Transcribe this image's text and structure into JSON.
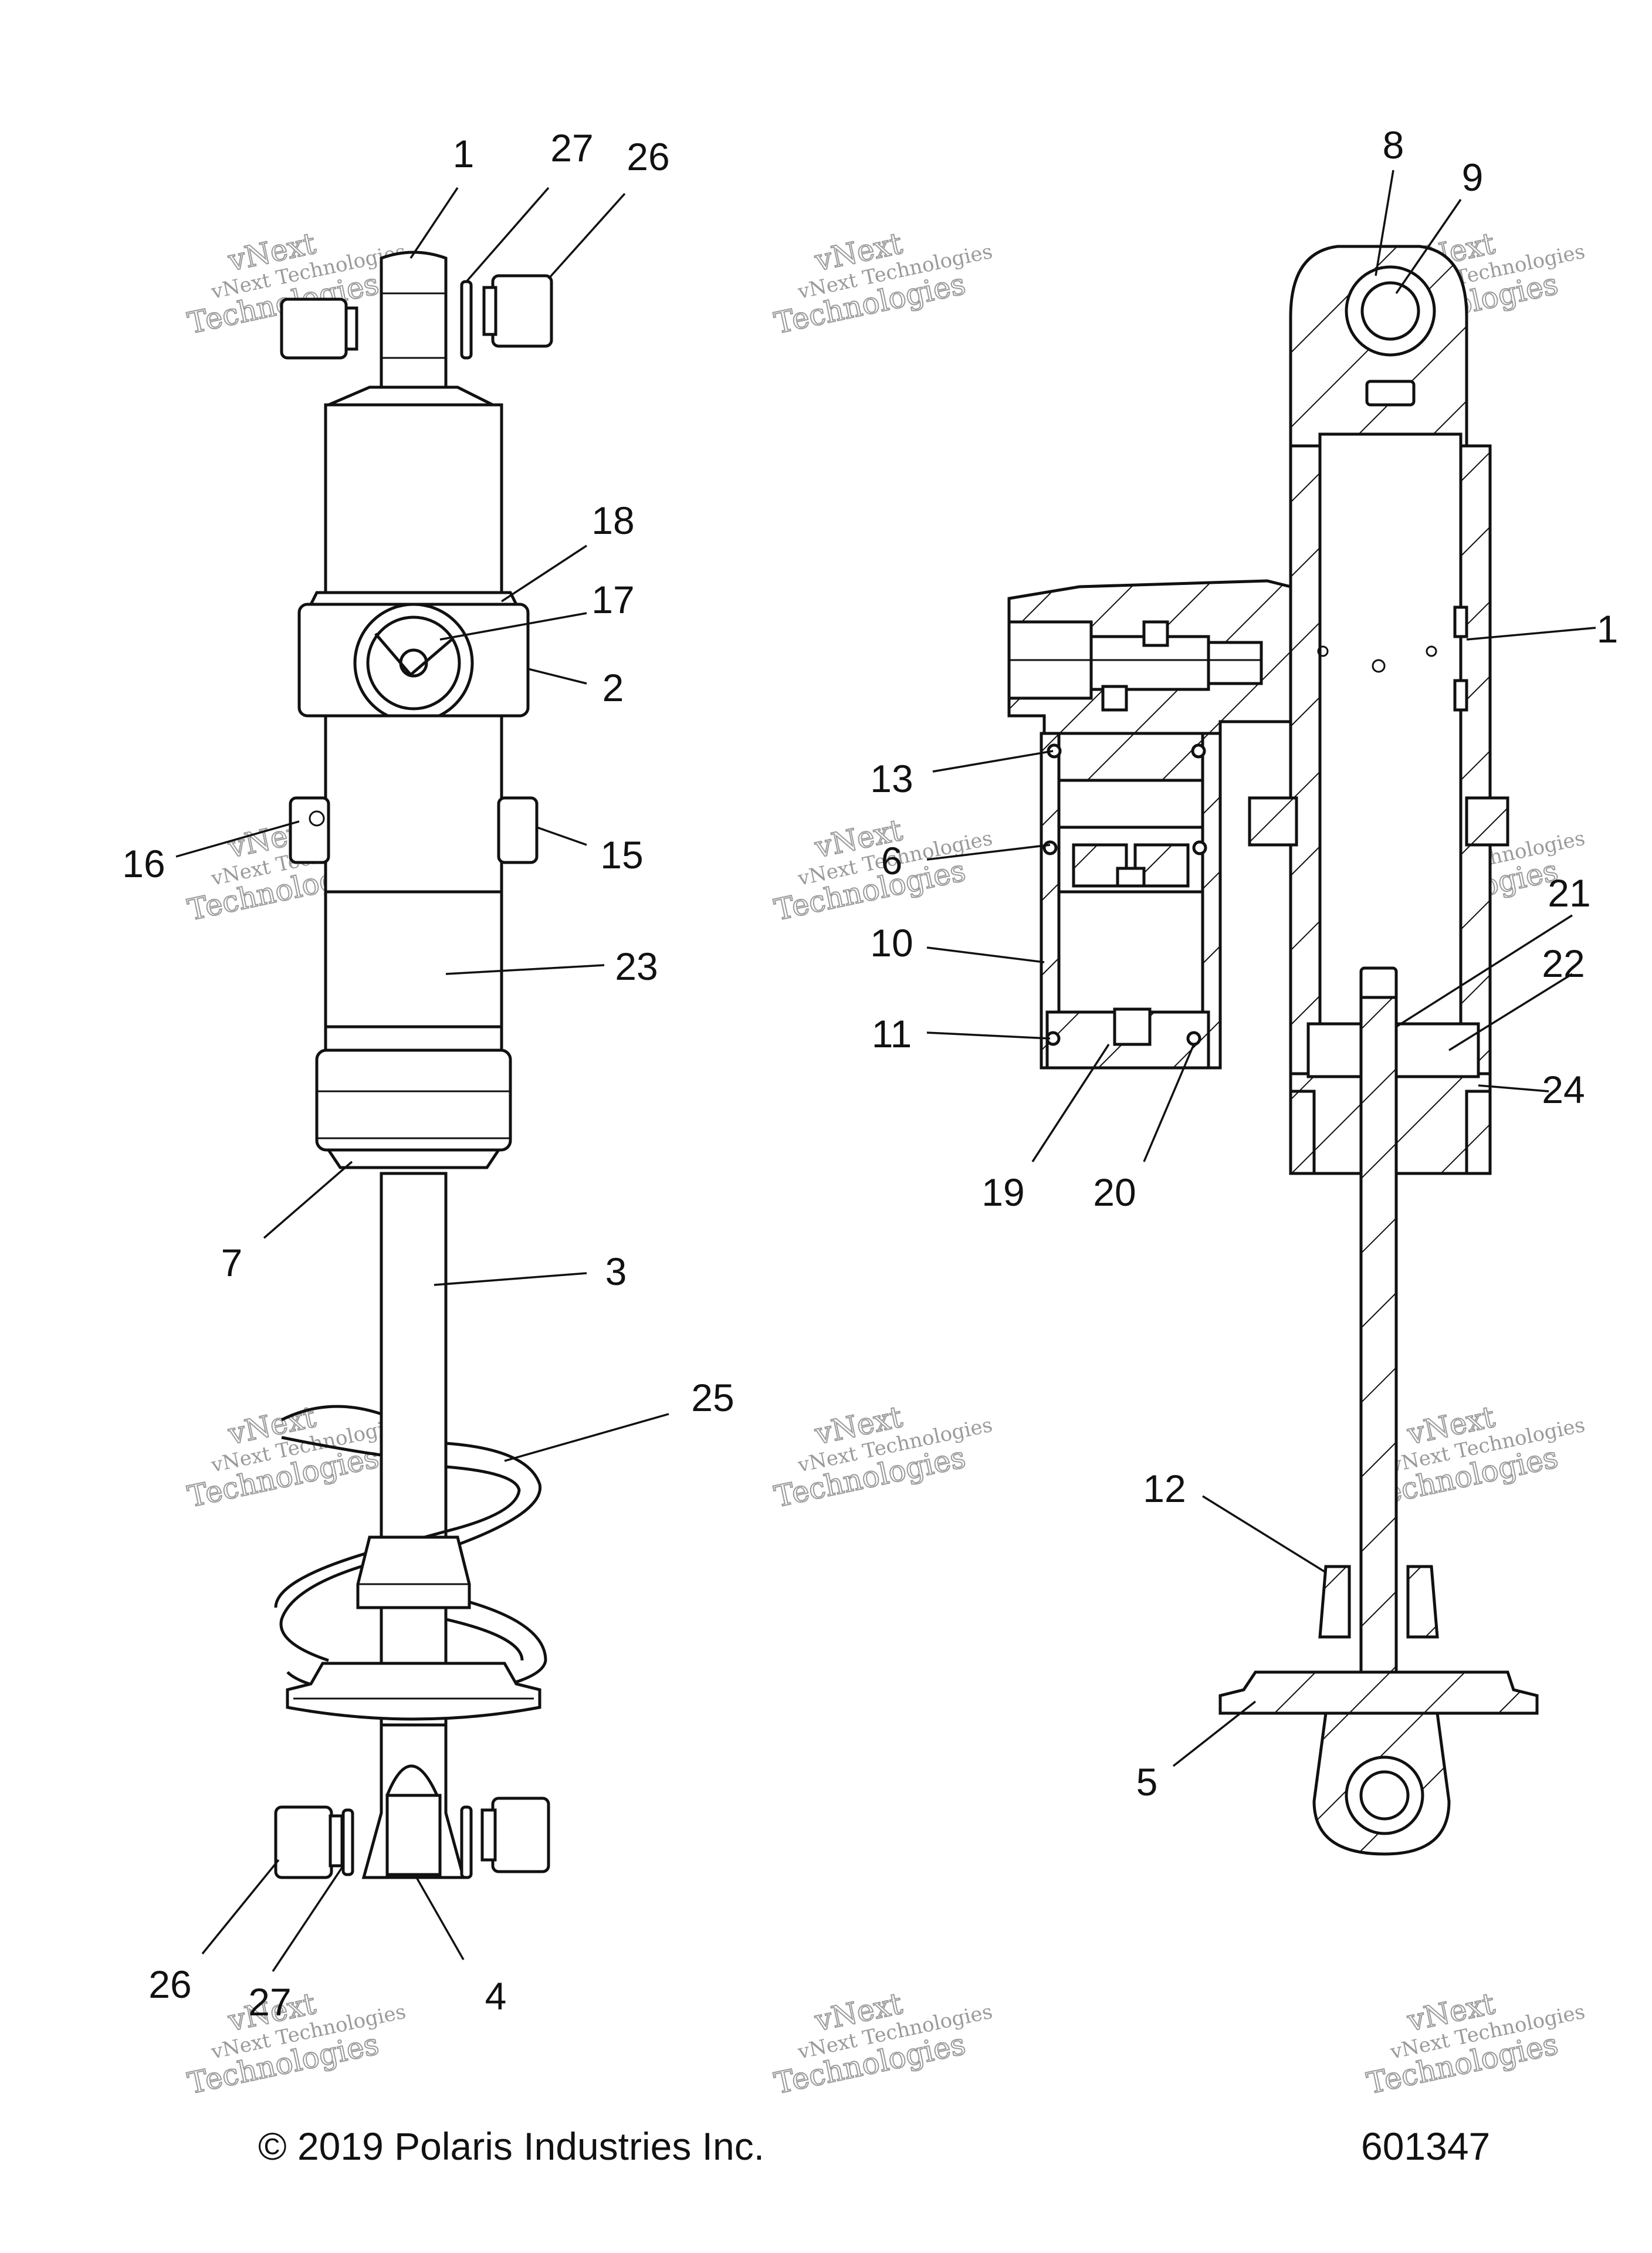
{
  "callouts": [
    {
      "id": "1",
      "label": "1"
    },
    {
      "id": "27a",
      "label": "27"
    },
    {
      "id": "26a",
      "label": "26"
    },
    {
      "id": "18",
      "label": "18"
    },
    {
      "id": "17",
      "label": "17"
    },
    {
      "id": "2",
      "label": "2"
    },
    {
      "id": "16",
      "label": "16"
    },
    {
      "id": "15",
      "label": "15"
    },
    {
      "id": "23",
      "label": "23"
    },
    {
      "id": "7",
      "label": "7"
    },
    {
      "id": "3",
      "label": "3"
    },
    {
      "id": "25",
      "label": "25"
    },
    {
      "id": "26b",
      "label": "26"
    },
    {
      "id": "27b",
      "label": "27"
    },
    {
      "id": "4",
      "label": "4"
    },
    {
      "id": "8",
      "label": "8"
    },
    {
      "id": "9",
      "label": "9"
    },
    {
      "id": "1r",
      "label": "1"
    },
    {
      "id": "13",
      "label": "13"
    },
    {
      "id": "6",
      "label": "6"
    },
    {
      "id": "10",
      "label": "10"
    },
    {
      "id": "11",
      "label": "11"
    },
    {
      "id": "19",
      "label": "19"
    },
    {
      "id": "20",
      "label": "20"
    },
    {
      "id": "21",
      "label": "21"
    },
    {
      "id": "22",
      "label": "22"
    },
    {
      "id": "24",
      "label": "24"
    },
    {
      "id": "12",
      "label": "12"
    },
    {
      "id": "5",
      "label": "5"
    }
  ],
  "watermark": {
    "line1": "vNext Technologies",
    "line2": "vNext",
    "line3": "Technologies"
  },
  "footer": {
    "copyright": "© 2019 Polaris Industries Inc.",
    "figure_number": "601347"
  }
}
